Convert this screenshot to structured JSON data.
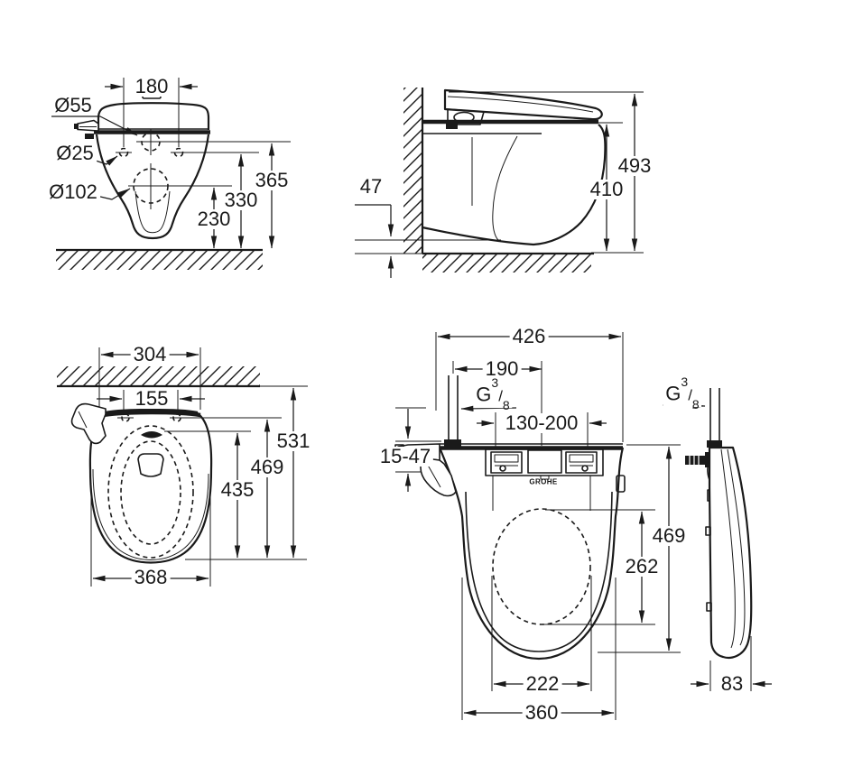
{
  "drawing": {
    "brand": "GROHE",
    "front_view": {
      "dims": {
        "w180": "180",
        "d55": "Ø55",
        "d25": "Ø25",
        "d102": "Ø102",
        "h365": "365",
        "h330": "330",
        "h230": "230"
      }
    },
    "side_view": {
      "dims": {
        "d47": "47",
        "h493": "493",
        "h410": "410"
      }
    },
    "plan_closed_view": {
      "dims": {
        "w304": "304",
        "w155": "155",
        "l531": "531",
        "l469": "469",
        "l435": "435",
        "w368": "368"
      }
    },
    "plan_open_view": {
      "dims": {
        "w426": "426",
        "w190": "190",
        "r130_200": "130-200",
        "r15_47": "15-47",
        "l469": "469",
        "l262": "262",
        "w222": "222",
        "w360": "360"
      },
      "thread": {
        "base": "G",
        "num": "3",
        "sep": "/",
        "den": "8"
      }
    },
    "profile_view": {
      "dims": {
        "w83": "83"
      },
      "thread": {
        "base": "G",
        "num": "3",
        "sep": "/",
        "den": "8"
      }
    }
  }
}
